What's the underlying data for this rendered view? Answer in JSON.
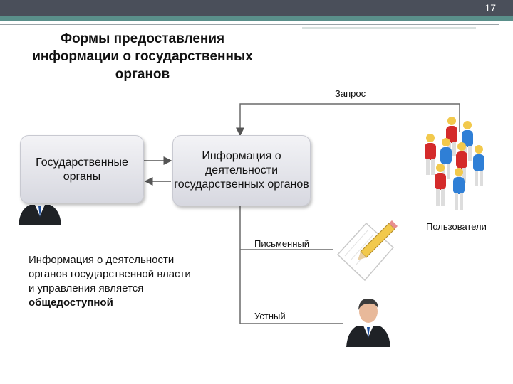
{
  "slide": {
    "page_number": "17",
    "title_lines": [
      "Формы предоставления",
      "информации о государственных",
      "органов"
    ]
  },
  "boxes": {
    "government": "Государственные органы",
    "information": "Информация о деятельности государственных органов"
  },
  "labels": {
    "request": "Запрос",
    "users": "Пользователи",
    "written": "Письменный",
    "oral": "Устный"
  },
  "statement": {
    "text": "Информация о деятельности органов государственной власти и управления является",
    "emphasis": "общедоступной"
  },
  "icons": {
    "official_top": "businessman-icon",
    "official_bottom": "businessman-icon",
    "users_group": "people-group-icon",
    "document": "paper-pencil-icon"
  },
  "colors": {
    "top_bar": "#4a4f5a",
    "accent": "#5a8f8a",
    "box_fill": "#e4e5eb",
    "people_red": "#d42a2a",
    "people_blue": "#2f7fd6"
  }
}
